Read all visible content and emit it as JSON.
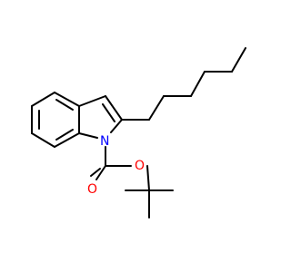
{
  "molecule": {
    "atoms": {
      "ring_nitrogen": {
        "label": "N",
        "color": "#0000ff"
      },
      "carbonyl_oxygen": {
        "label": "O",
        "color": "#ff0000"
      },
      "ester_oxygen": {
        "label": "O",
        "color": "#ff0000"
      }
    },
    "bond_color": "#000000"
  }
}
